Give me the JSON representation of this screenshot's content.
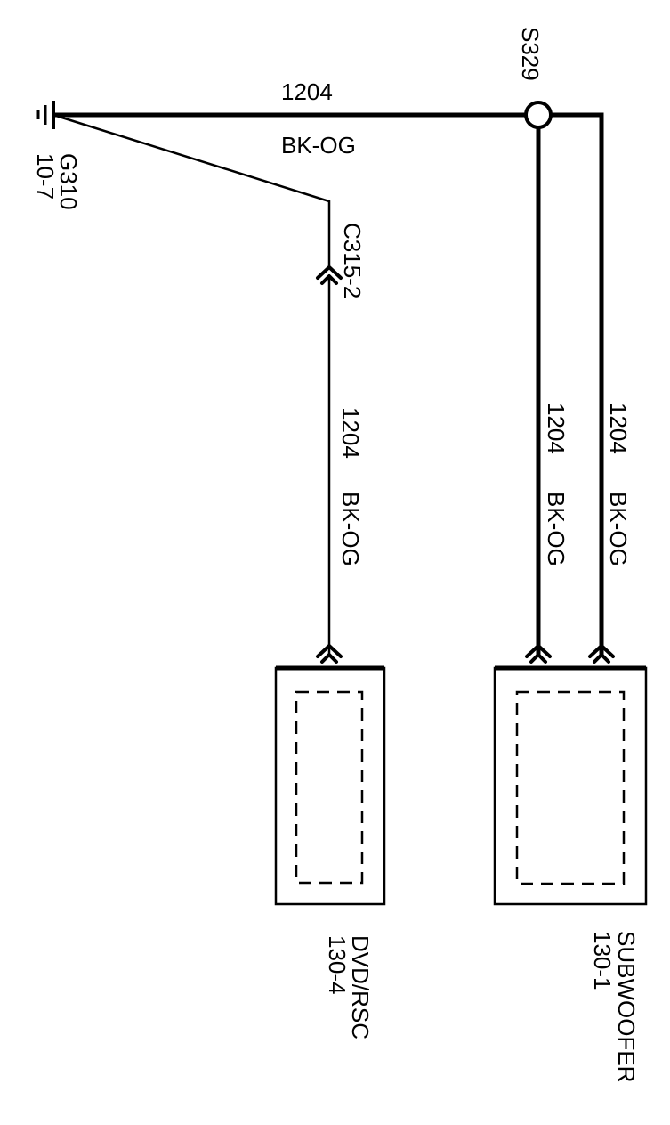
{
  "ground": {
    "id": "G310",
    "ref": "10-7"
  },
  "splice": {
    "id": "S329"
  },
  "connector": {
    "id": "C315-2"
  },
  "wires": [
    {
      "circuit": "1204",
      "color": "BK-OG"
    },
    {
      "circuit": "1204",
      "color": "BK-OG"
    },
    {
      "circuit": "1204",
      "color": "BK-OG"
    },
    {
      "circuit": "1204",
      "color": "BK-OG"
    }
  ],
  "components": [
    {
      "name": "DVD/RSC",
      "ref": "130-4"
    },
    {
      "name": "SUBWOOFER",
      "ref": "130-1"
    }
  ]
}
